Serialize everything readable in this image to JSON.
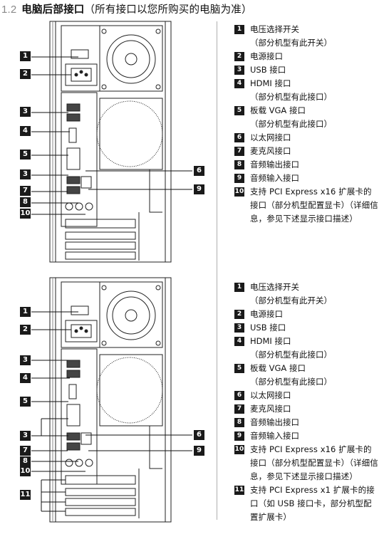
{
  "heading": {
    "number": "1.2",
    "title": "电脑后部接口",
    "note": "（所有接口以您所购买的电脑为准）"
  },
  "figure_callouts_top": [
    "1",
    "2",
    "3",
    "4",
    "5",
    "3",
    "7",
    "8",
    "10",
    "6",
    "9"
  ],
  "figure_callouts_bottom": [
    "1",
    "2",
    "3",
    "4",
    "5",
    "3",
    "7",
    "8",
    "10",
    "11",
    "6",
    "9"
  ],
  "legend_top": [
    {
      "num": "1",
      "label": "电压选择开关",
      "sub": "（部分机型有此开关）"
    },
    {
      "num": "2",
      "label": "电源接口",
      "sub": ""
    },
    {
      "num": "3",
      "label": "USB 接口",
      "sub": ""
    },
    {
      "num": "4",
      "label": "HDMI 接口",
      "sub": "（部分机型有此接口）"
    },
    {
      "num": "5",
      "label": "板载 VGA 接口",
      "sub": "（部分机型有此接口）"
    },
    {
      "num": "6",
      "label": "以太网接口",
      "sub": ""
    },
    {
      "num": "7",
      "label": "麦克风接口",
      "sub": ""
    },
    {
      "num": "8",
      "label": "音频输出接口",
      "sub": ""
    },
    {
      "num": "9",
      "label": "音频输入接口",
      "sub": ""
    },
    {
      "num": "10",
      "label": "支持 PCI Express x16 扩展卡的接口（部分机型配置显卡）（详细信息，参见下述显示接口描述）",
      "sub": ""
    }
  ],
  "legend_bottom": [
    {
      "num": "1",
      "label": "电压选择开关",
      "sub": "（部分机型有此开关）"
    },
    {
      "num": "2",
      "label": "电源接口",
      "sub": ""
    },
    {
      "num": "3",
      "label": "USB 接口",
      "sub": ""
    },
    {
      "num": "4",
      "label": "HDMI 接口",
      "sub": "（部分机型有此接口）"
    },
    {
      "num": "5",
      "label": "板载 VGA 接口",
      "sub": "（部分机型有此接口）"
    },
    {
      "num": "6",
      "label": "以太网接口",
      "sub": ""
    },
    {
      "num": "7",
      "label": "麦克风接口",
      "sub": ""
    },
    {
      "num": "8",
      "label": "音频输出接口",
      "sub": ""
    },
    {
      "num": "9",
      "label": "音频输入接口",
      "sub": ""
    },
    {
      "num": "10",
      "label": "支持 PCI Express x16 扩展卡的接口（部分机型配置显卡）（详细信息，参见下述显示接口描述）",
      "sub": ""
    },
    {
      "num": "11",
      "label": "支持 PCI Express x1 扩展卡的接口（如 USB 接口卡，部分机型配置扩展卡）",
      "sub": ""
    }
  ]
}
